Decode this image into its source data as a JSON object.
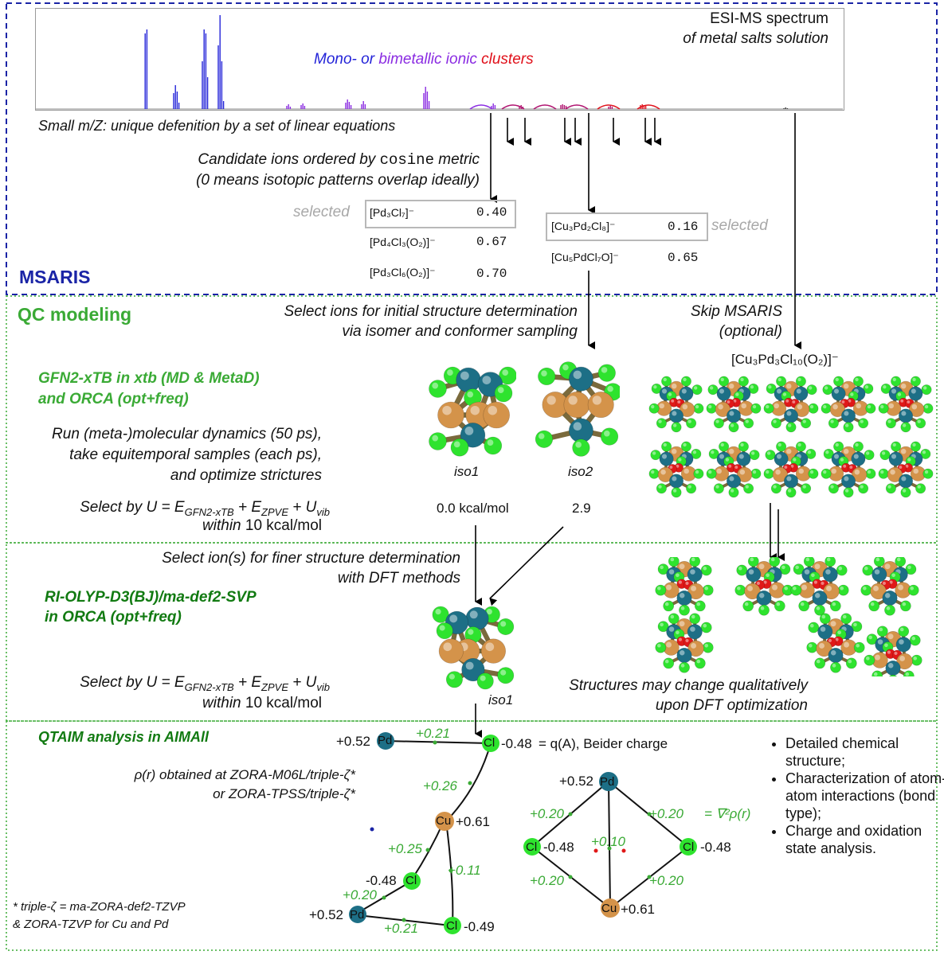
{
  "spectrum": {
    "title_line1": "ESI-MS spectrum",
    "title_line2": "of metal salts solution",
    "clusters_label_part1": "Mono- or",
    "clusters_label_part2": "bimetallic ionic",
    "clusters_label_part3": "clusters",
    "colors": {
      "blue": "#2323d8",
      "purple": "#8a2be2",
      "magenta": "#b0126f",
      "red": "#e0101a"
    }
  },
  "msaris": {
    "small_mz_text": "Small m/Z: unique defenition by a set of linear equations",
    "candidates_line1_a": "Candidate ions ordered by",
    "candidates_line1_mono": "cosine",
    "candidates_line1_b": "metric",
    "candidates_line2": "(0 means isotopic patterns overlap ideally)",
    "selected_label": "selected",
    "left_candidates": [
      {
        "formula": "[Pd₃Cl₇]⁻",
        "value": "0.40"
      },
      {
        "formula": "[Pd₄Cl₃(O₂)]⁻",
        "value": "0.67"
      },
      {
        "formula": "[Pd₃Cl₆(O₂)]⁻",
        "value": "0.70"
      }
    ],
    "right_candidates": [
      {
        "formula": "[Cu₃Pd₂Cl₈]⁻",
        "value": "0.16"
      },
      {
        "formula": "[Cu₅PdCl₇O]⁻",
        "value": "0.65"
      }
    ],
    "section_label": "MSARIS",
    "border_color": "#1a24a6"
  },
  "qc": {
    "section_label": "QC modeling",
    "select_initial_line1": "Select ions for initial structure determination",
    "select_initial_line2": "via isomer and conformer sampling",
    "skip_line1": "Skip MSARIS",
    "skip_line2": "(optional)",
    "skip_formula": "[Cu₃Pd₃Cl₁₀(O₂)]⁻",
    "method_line1": "GFN2-xTB in xtb (MD & MetaD)",
    "method_line2": "and ORCA (opt+freq)",
    "run_line1": "Run (meta-)molecular dynamics (50 ps),",
    "run_line2": "take equitemporal samples (each ps),",
    "run_line3": "and optimize strictures",
    "select_by_prefix": "Select by U = E",
    "sub_gfn": "GFN2-xTB",
    "plus_e": " + E",
    "sub_zpve": "ZPVE",
    "plus_u": " + U",
    "sub_vib": "vib",
    "within": "within",
    "within_value": "10 kcal/mol",
    "iso1": "iso1",
    "iso2": "iso2",
    "iso1_energy": "0.0 kcal/mol",
    "iso2_energy": "2.9",
    "border_color": "#3aaa35"
  },
  "dft": {
    "select_finer_line1": "Select ion(s) for finer structure determination",
    "select_finer_line2": "with DFT methods",
    "method_line1": "RI-OLYP-D3(BJ)/ma-def2-SVP",
    "method_line2": "in ORCA (opt+freq)",
    "iso1": "iso1",
    "change_line1": "Structures may change qualitatively",
    "change_line2": "upon DFT optimization"
  },
  "qtaim": {
    "title": "QTAIM analysis in AIMAll",
    "rho_line1": "ρ(r) obtained at ZORA-M06L/triple-ζ*",
    "rho_line2": "or ZORA-TPSS/triple-ζ*",
    "footnote_line1": "* triple-ζ = ma-ZORA-def2-TZVP",
    "footnote_line2": "& ZORA-TZVP for Cu and Pd",
    "charge_note": "= q(A), Beider charge",
    "laplacian_note": "= ∇²ρ(r)",
    "graph1": {
      "atoms": [
        {
          "el": "Pd",
          "charge": "+0.52"
        },
        {
          "el": "Cl",
          "charge": "-0.48"
        },
        {
          "el": "Cu",
          "charge": "+0.61"
        },
        {
          "el": "Cl",
          "charge": "-0.48"
        },
        {
          "el": "Pd",
          "charge": "+0.52"
        },
        {
          "el": "Cl",
          "charge": "-0.49"
        }
      ],
      "bonds": [
        "+0.21",
        "+0.26",
        "+0.25",
        "+0.11",
        "+0.20",
        "+0.21"
      ]
    },
    "graph2": {
      "atoms": [
        {
          "el": "Pd",
          "charge": "+0.52"
        },
        {
          "el": "Cl",
          "charge": "-0.48"
        },
        {
          "el": "Cl",
          "charge": "-0.48"
        },
        {
          "el": "Cu",
          "charge": "+0.61"
        }
      ],
      "bonds": [
        "+0.20",
        "+0.20",
        "+0.10",
        "+0.20",
        "+0.20"
      ]
    },
    "bullets": [
      "Detailed chemical structure;",
      "Characterization of atom-atom interactions (bond type);",
      "Charge and oxidation state analysis."
    ],
    "atom_colors": {
      "Pd": "#1d6f86",
      "Cl": "#2ee32e",
      "Cu": "#d4934a",
      "O": "#e01818"
    },
    "label_color": "#3aaa35"
  }
}
